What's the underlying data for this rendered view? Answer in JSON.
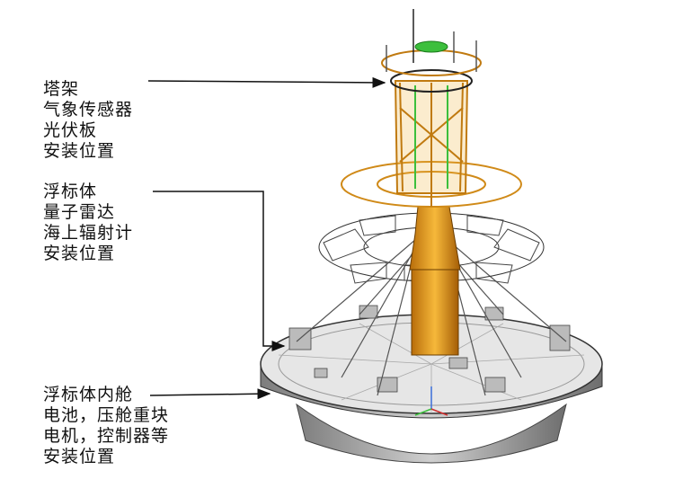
{
  "labels": {
    "tower": [
      "塔架",
      "气象传感器",
      "光伏板",
      "安装位置"
    ],
    "buoy_body": [
      "浮标体",
      "量子雷达",
      "海上辐射计",
      "安装位置"
    ],
    "inner_cabin": [
      "浮标体内舱",
      "电池，压舱重块",
      "电机，控制器等",
      "安装位置"
    ]
  },
  "colors": {
    "tower": "#e8a623",
    "sensor_green": "#3cbf3c",
    "hull": "#b5b5b5",
    "deck": "#e4e4e4"
  }
}
